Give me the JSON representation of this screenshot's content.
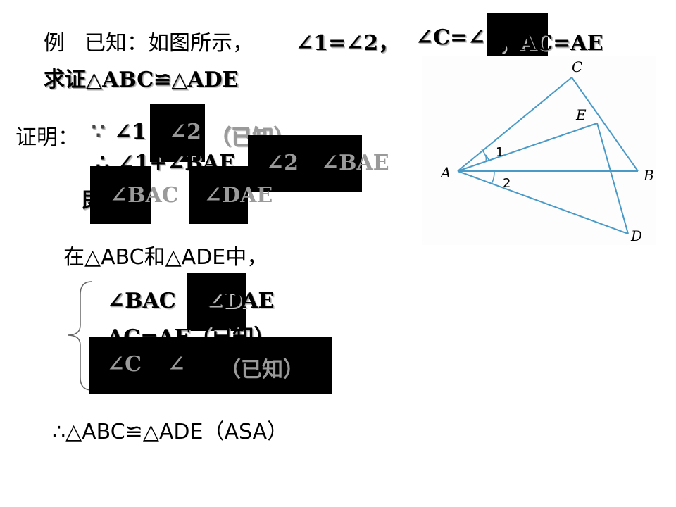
{
  "problem": {
    "example_label": "例",
    "given_label": "已知：如图所示，",
    "given_cond1": "∠1=∠2，",
    "given_cond2_prefix": "∠C=∠",
    "given_cond3": "，AC=AE",
    "prove": "求证△ABC≌△ADE"
  },
  "proof": {
    "label": "证明：",
    "because": "∵",
    "l1a": "∠1",
    "l1b": "∠2",
    "l1reason": "（已知）",
    "therefore": "∴",
    "l2a": "∠1+∠BAE",
    "l2b": "∠2",
    "l2c": "∠BAE",
    "l3prefix": "即",
    "l3a": "∠BAC",
    "l3b": "∠DAE",
    "in_triangles": "在△ABC和△ADE中，",
    "c1a": "∠BAC",
    "c1b": "∠DAE",
    "c2": "AC=AE（已知）",
    "c3a": "∠C",
    "c3b": "∠",
    "c3reason": "（已知）",
    "conclusion": "∴△ABC≌△ADE（ASA）"
  },
  "figure": {
    "points": {
      "A": "A",
      "B": "B",
      "C": "C",
      "D": "D",
      "E": "E"
    },
    "angles": {
      "a1": "1",
      "a2": "2"
    },
    "line_color": "#4a9ac8"
  }
}
